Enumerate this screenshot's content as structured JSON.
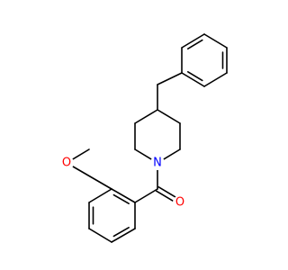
{
  "molecule": {
    "atoms": [
      {
        "id": "benzyl-ring-top",
        "element": "C",
        "label": ""
      },
      {
        "id": "benzyl-ring-upper-right",
        "element": "C",
        "label": ""
      },
      {
        "id": "benzyl-ring-lower-right",
        "element": "C",
        "label": ""
      },
      {
        "id": "benzyl-ring-bottom",
        "element": "C",
        "label": ""
      },
      {
        "id": "benzyl-ring-lower-left",
        "element": "C",
        "label": ""
      },
      {
        "id": "benzyl-ring-upper-left",
        "element": "C",
        "label": ""
      },
      {
        "id": "benzyl-ch2",
        "element": "C",
        "label": ""
      },
      {
        "id": "piperidine-c4",
        "element": "C",
        "label": ""
      },
      {
        "id": "piperidine-c3",
        "element": "C",
        "label": ""
      },
      {
        "id": "piperidine-c2",
        "element": "C",
        "label": ""
      },
      {
        "id": "piperidine-n1",
        "element": "N",
        "label": "N"
      },
      {
        "id": "piperidine-c6",
        "element": "C",
        "label": ""
      },
      {
        "id": "piperidine-c5",
        "element": "C",
        "label": ""
      },
      {
        "id": "carbonyl-c",
        "element": "C",
        "label": ""
      },
      {
        "id": "carbonyl-o",
        "element": "O",
        "label": "O"
      },
      {
        "id": "aryl-c1",
        "element": "C",
        "label": ""
      },
      {
        "id": "aryl-c2",
        "element": "C",
        "label": ""
      },
      {
        "id": "aryl-c3",
        "element": "C",
        "label": ""
      },
      {
        "id": "aryl-c4",
        "element": "C",
        "label": ""
      },
      {
        "id": "aryl-c5",
        "element": "C",
        "label": ""
      },
      {
        "id": "aryl-c6",
        "element": "C",
        "label": ""
      },
      {
        "id": "methoxy-o",
        "element": "O",
        "label": "O"
      },
      {
        "id": "methoxy-ch3",
        "element": "C",
        "label": ""
      }
    ],
    "colors": {
      "bond": "#000000",
      "nitrogen": "#0000ff",
      "oxygen": "#ff0000"
    }
  }
}
